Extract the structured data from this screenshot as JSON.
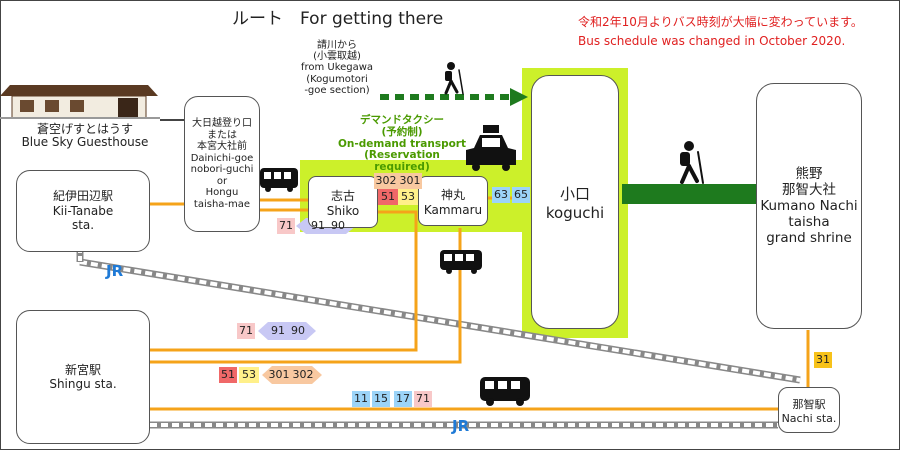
{
  "title": "ルート　For getting there",
  "notice": {
    "ja": "令和2年10月よりバス時刻が大幅に変わっています。",
    "en": "Bus schedule was changed in October 2020."
  },
  "guesthouse": {
    "ja": "蒼空げすとはうす",
    "en": "Blue Sky Guesthouse"
  },
  "dainichi": {
    "lines": [
      "大日越登り口",
      "または",
      "本宮大社前",
      "Dainichi-goe",
      "nobori-guchi",
      "or",
      "Hongu",
      "taisha-mae"
    ]
  },
  "kii_tanabe": {
    "ja": "紀伊田辺駅",
    "en1": "Kii-Tanabe",
    "en2": "sta."
  },
  "shingu": {
    "ja": "新宮駅",
    "en": "Shingu sta."
  },
  "shiko": {
    "ja": "志古",
    "en": "Shiko"
  },
  "kammaru": {
    "ja": "神丸",
    "en": "Kammaru"
  },
  "koguchi": {
    "ja": "小口",
    "en": "koguchi"
  },
  "nachi_taisha": {
    "lines": [
      "熊野",
      "那智大社",
      "Kumano Nachi",
      "taisha",
      "grand shrine"
    ]
  },
  "nachi_sta": {
    "ja": "那智駅",
    "en": "Nachi sta."
  },
  "ukegawa": {
    "lines": [
      "請川から",
      "(小雲取越)",
      "from Ukegawa",
      "(Kogumotori",
      "-goe section)"
    ]
  },
  "taxi": {
    "lines": [
      "デマンドタクシー",
      "(予約制)",
      "On-demand transport",
      "(Reservation required)"
    ]
  },
  "jr_label": "JR",
  "badges": {
    "b302": "302",
    "b301": "301",
    "b51": "51",
    "b53": "53",
    "b63": "63",
    "b65": "65",
    "b71": "71",
    "b91": "91",
    "b90": "90",
    "b31": "31",
    "b11": "11",
    "b15": "15",
    "b17": "17"
  },
  "colors": {
    "bus_route": "#f5a31a",
    "walk": "#1e7a1e",
    "highlight": "#ccf02a",
    "jr_rail": "#9a9a9a",
    "notice": "#e02020"
  },
  "icons": [
    "bus-icon",
    "taxi-icon",
    "hiker-icon",
    "guesthouse-icon"
  ]
}
